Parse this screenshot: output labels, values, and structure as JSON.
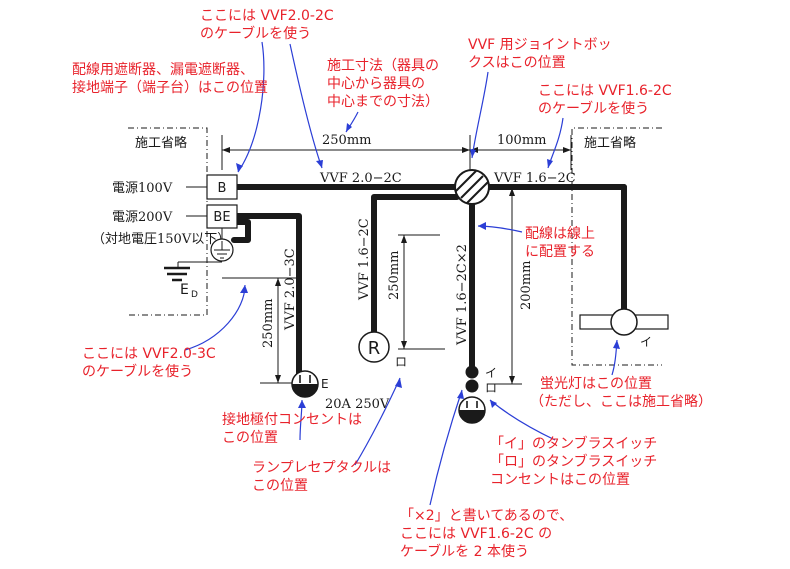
{
  "notes": {
    "top_left_cable": [
      "ここには VVF2.0-2C",
      "のケーブルを使う"
    ],
    "breaker": [
      "配線用遮断器、漏電遮断器、",
      "接地端子（端子台）はこの位置"
    ],
    "dimension": [
      "施工寸法（器具の",
      "中心から器具の",
      "中心までの寸法）"
    ],
    "junction_box": [
      "VVF 用ジョイントボッ",
      "クスはこの位置"
    ],
    "right_cable": [
      "ここには VVF1.6-2C",
      "のケーブルを使う"
    ],
    "wiring": [
      "配線は線上",
      "に配置する"
    ],
    "left_cable": [
      "ここには VVF2.0-3C",
      "のケーブルを使う"
    ],
    "outlet": [
      "接地極付コンセントは",
      "この位置"
    ],
    "receptacle": [
      "ランプレセプタクルは",
      "この位置"
    ],
    "fluorescent": [
      "蛍光灯はこの位置",
      "（ただし、ここは施工省略）"
    ],
    "switches": [
      "「イ」のタンブラスイッチ",
      "「ロ」のタンブラスイッチ",
      "コンセントはこの位置"
    ],
    "x2": [
      "「×2」と書いてあるので、",
      "ここには VVF1.6-2C の",
      "ケーブルを 2 本使う"
    ]
  },
  "diagram": {
    "omit_left": "施工省略",
    "omit_right": "施工省略",
    "dim_250": "250mm",
    "dim_100": "100mm",
    "dim_200": "200mm",
    "dim_250_left": "250mm",
    "dim_250_mid": "250mm",
    "src_100": "電源100V",
    "src_200": "電源200V",
    "ground_voltage": "（対地電圧150V以下）",
    "box_b": "B",
    "box_be": "BE",
    "ground_label": "E",
    "ground_sub": "D",
    "cable_top_left": "VVF 2.0−2C",
    "cable_top_right": "VVF 1.6−2C",
    "cable_left_vert": "VVF 1.6−2C",
    "cable_mid_vert": "VVF 1.6−2C×2",
    "cable_outlet": "VVF 2.0−3C",
    "receptacle_symbol": "R",
    "ro_receptacle": "ロ",
    "switch_i": "イ",
    "switch_ro": "ロ",
    "lamp_i": "イ",
    "outlet_e": "E",
    "outlet_rating": "20A 250V"
  },
  "colors": {
    "note": "#e8222b",
    "leader": "#2b3ed6",
    "line": "#1a1a1a"
  }
}
